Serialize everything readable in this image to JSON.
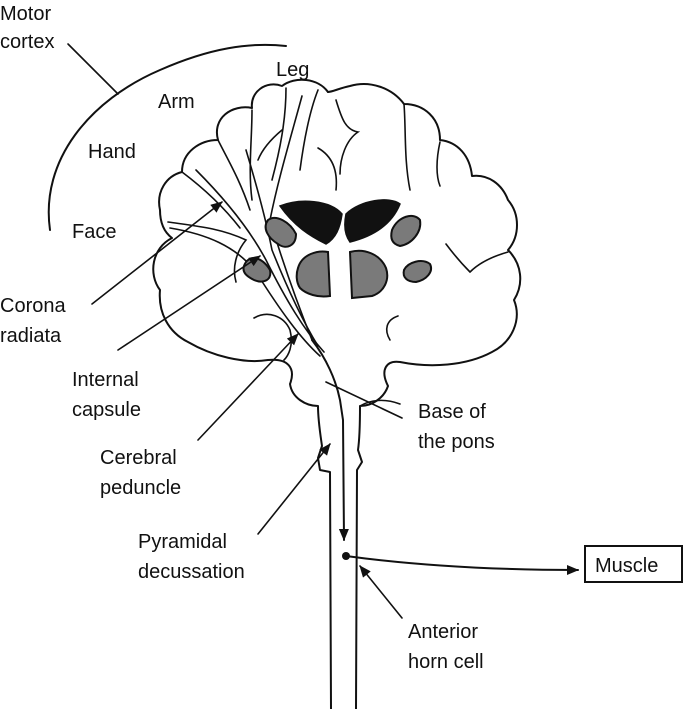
{
  "labels": {
    "motor_cortex": [
      "Motor",
      "cortex"
    ],
    "leg": "Leg",
    "arm": "Arm",
    "hand": "Hand",
    "face": "Face",
    "corona_radiata": [
      "Corona",
      "radiata"
    ],
    "internal_capsule": [
      "Internal",
      "capsule"
    ],
    "cerebral_peduncle": [
      "Cerebral",
      "peduncle"
    ],
    "pyramidal_decussation": [
      "Pyramidal",
      "decussation"
    ],
    "base_of_pons": [
      "Base of",
      "the pons"
    ],
    "anterior_horn_cell": [
      "Anterior",
      "horn cell"
    ],
    "muscle": "Muscle"
  },
  "colors": {
    "ink": "#111111",
    "dark_nuclei": "#111111",
    "gray_nuclei": "#7a7a7a",
    "background": "#ffffff"
  }
}
